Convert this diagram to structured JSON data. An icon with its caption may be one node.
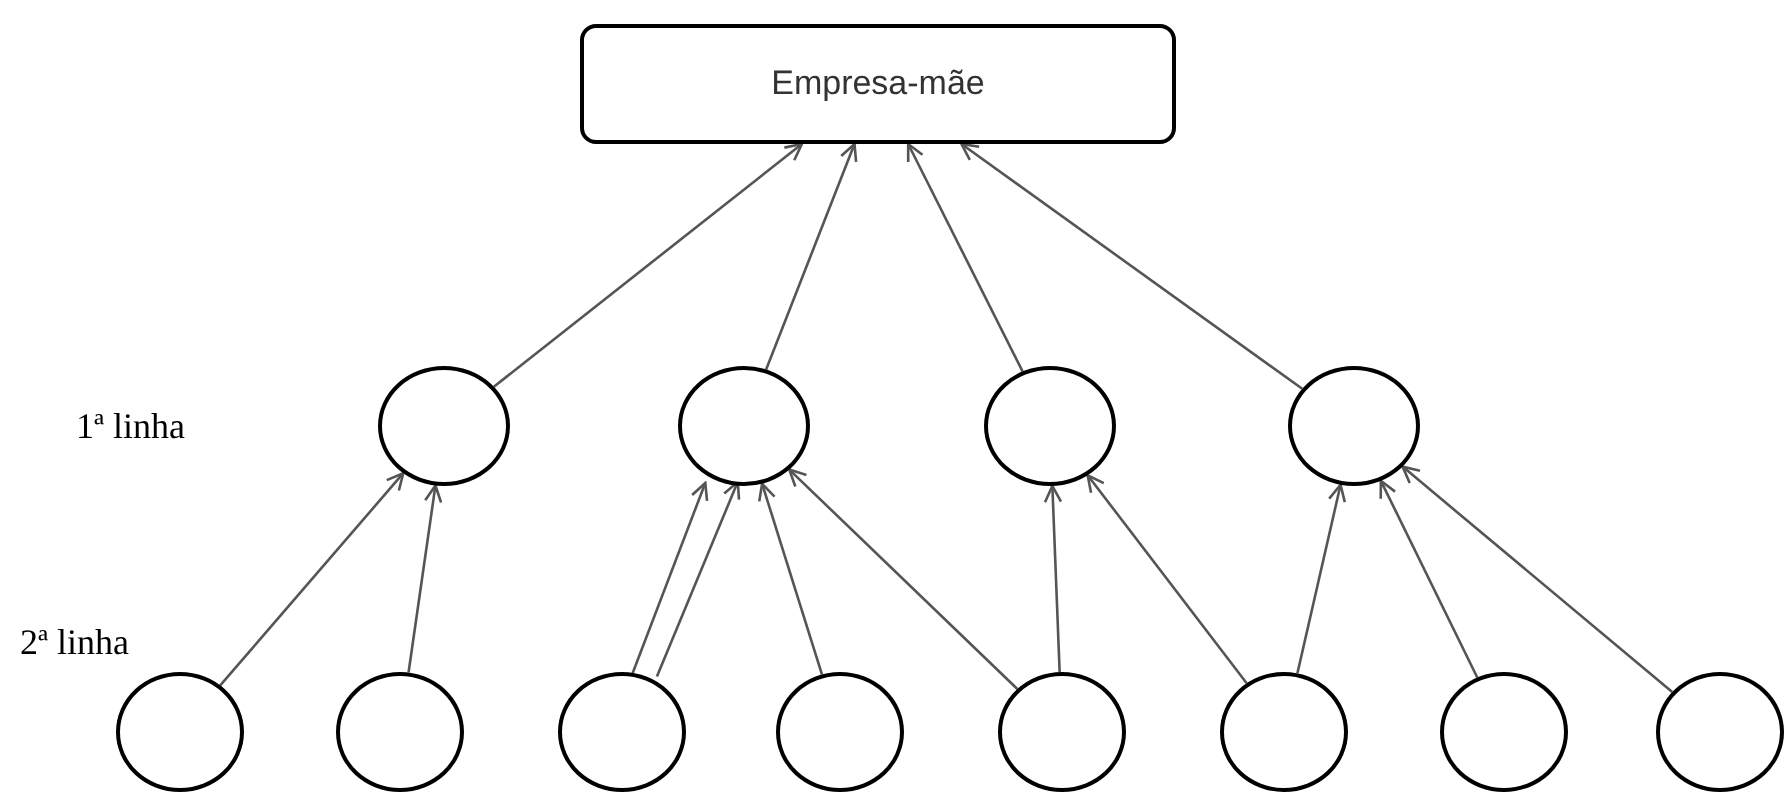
{
  "diagram": {
    "nodes": [
      {
        "text": [
          "Empresa-mãe"
        ]
      },
      {
        "text": [],
        "shape": "circle"
      },
      {
        "text": [],
        "shape": "circle"
      },
      {
        "text": [],
        "shape": "circle"
      },
      {
        "text": [],
        "shape": "circle"
      },
      {
        "text": [],
        "shape": "circle"
      },
      {
        "text": [],
        "shape": "circle"
      },
      {
        "text": [],
        "shape": "circle"
      },
      {
        "text": [],
        "shape": "circle"
      },
      {
        "text": [],
        "shape": "circle"
      },
      {
        "text": [],
        "shape": "circle"
      },
      {
        "text": [],
        "shape": "circle"
      },
      {
        "text": [],
        "shape": "circle"
      }
    ],
    "edges": [
      {
        "from": 1,
        "to": 0,
        "arrow": "to"
      },
      {
        "from": 2,
        "to": 0,
        "arrow": "to"
      },
      {
        "from": 3,
        "to": 0,
        "arrow": "to"
      },
      {
        "from": 4,
        "to": 0,
        "arrow": "to"
      },
      {
        "from": 5,
        "to": 1,
        "arrow": "to"
      },
      {
        "from": 6,
        "to": 1,
        "arrow": "to"
      },
      {
        "from": 7,
        "to": 2,
        "arrow": "to"
      },
      {
        "from": 7,
        "to": 2,
        "arrow": "to"
      },
      {
        "from": 8,
        "to": 2,
        "arrow": "to"
      },
      {
        "from": 9,
        "to": 2,
        "arrow": "to"
      },
      {
        "from": 9,
        "to": 3,
        "arrow": "to"
      },
      {
        "from": 10,
        "to": 3,
        "arrow": "to"
      },
      {
        "from": 10,
        "to": 4,
        "arrow": "to"
      },
      {
        "from": 11,
        "to": 4,
        "arrow": "to"
      },
      {
        "from": 12,
        "to": 4,
        "arrow": "to"
      }
    ],
    "labels": [
      "1ª linha",
      "2ª linha"
    ]
  }
}
